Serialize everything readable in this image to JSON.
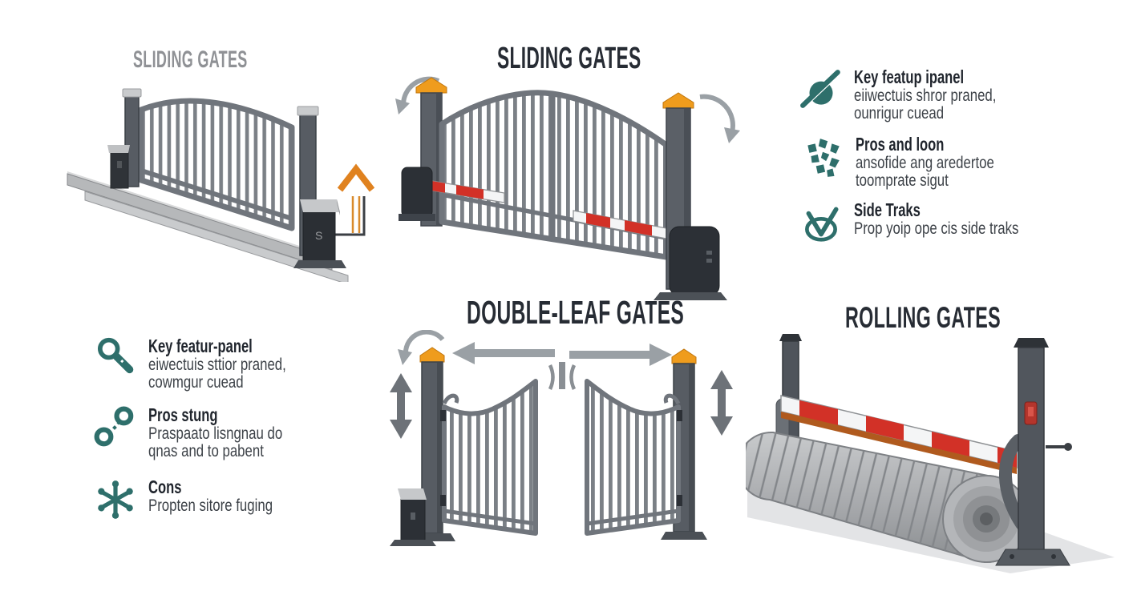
{
  "titles": {
    "top_left": "SLIDING GATES",
    "top_center": "SLIDING GATES",
    "bottom_center": "DOUBLE-LEAF GATES",
    "bottom_right": "ROLLING GATES"
  },
  "right_list": {
    "items": [
      {
        "icon": "pan-strike-icon",
        "title": "Key featup ipanel",
        "lines": [
          "eiiwectuis shror praned,",
          "ounrigur cuead"
        ]
      },
      {
        "icon": "scatter-pieces-icon",
        "title": "Pros and loon",
        "lines": [
          "ansofide ang aredertoe",
          "toomprate sigut"
        ]
      },
      {
        "icon": "check-oval-icon",
        "title": "Side Traks",
        "lines": [
          "Prop yoip ope cis side traks"
        ]
      }
    ]
  },
  "left_list": {
    "items": [
      {
        "icon": "magnifier-icon",
        "title": "Key featur-panel",
        "lines": [
          "eiwectuis sttior praned,",
          "cowmgur cuead"
        ]
      },
      {
        "icon": "chain-links-icon",
        "title": "Pros stung",
        "lines": [
          "Praspaato lisngnau do",
          "qnas and to pabent"
        ]
      },
      {
        "icon": "asterisk-icon",
        "title": "Cons",
        "lines": [
          "Propten sitore fuging"
        ]
      }
    ]
  },
  "illustrations": {
    "sliding_left": {
      "motor_label": "S"
    }
  },
  "colors": {
    "accent_teal": "#2e6f6b",
    "heading_dark": "#272c34",
    "heading_gray": "#8f9195",
    "body_text": "#3d4248",
    "gate_gray": "#70757c",
    "post_dark": "#575c63",
    "cap_orange": "#ef9c1d",
    "arrow_orange": "#e0821f",
    "barrier_red": "#d23127",
    "arrow_gray": "#9aa0a5"
  }
}
